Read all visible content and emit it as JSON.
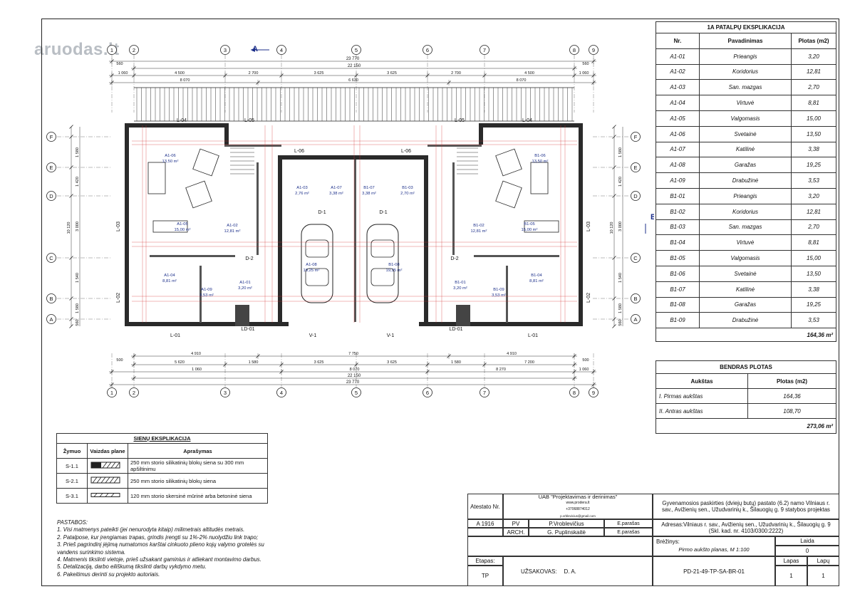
{
  "watermark": {
    "text": "aruodas.lt"
  },
  "plan": {
    "top_axes": [
      "1",
      "2",
      "3",
      "A",
      "4",
      "5",
      "6",
      "7",
      "8",
      "9"
    ],
    "bottom_axes": [
      "1",
      "2",
      "3",
      "4",
      "5",
      "6",
      "7",
      "8",
      "9"
    ],
    "side_axes": [
      "F",
      "E",
      "D",
      "C",
      "B",
      "A"
    ],
    "section_marks": [
      "A",
      "B"
    ],
    "dims_top": {
      "overall": "23 770",
      "inner": "22 150",
      "row1": [
        "1 060",
        "4 500",
        "2 700",
        "3 625",
        "3 625",
        "2 700",
        "4 500",
        "1 060"
      ],
      "row2": [
        "8 070",
        "6 630",
        "8 070"
      ],
      "edge": [
        "560",
        "560"
      ]
    },
    "dims_bottom": {
      "overall": "23 770",
      "inner": "22 150",
      "row1": [
        "4 910",
        "7 750",
        "4 910"
      ],
      "row2": [
        "5 620",
        "1 580",
        "3 625",
        "3 625",
        "1 580",
        "7 200"
      ],
      "row3": [
        "1 060",
        "8 070",
        "8 270",
        "1 060"
      ],
      "edge": [
        "500",
        "500"
      ]
    },
    "dims_side": {
      "total": "10 120",
      "parts": [
        "1 580",
        "1 420",
        "3 000",
        "1 540",
        "1 580",
        "560"
      ]
    },
    "wall_labels": [
      "L-04",
      "L-05",
      "L-06",
      "L-06",
      "L-05",
      "L-04",
      "L-03",
      "L-03",
      "L-02",
      "L-02",
      "L-01",
      "L-01",
      "LD-01",
      "LD-01",
      "V-1",
      "V-1",
      "D-1",
      "D-1",
      "D-2",
      "D-2"
    ],
    "rooms": [
      {
        "code": "A1-06",
        "area": "13,50 m²"
      },
      {
        "code": "A1-05",
        "area": "15,00 m²"
      },
      {
        "code": "A1-02",
        "area": "12,81 m²"
      },
      {
        "code": "A1-03",
        "area": "2,76 m²"
      },
      {
        "code": "A1-07",
        "area": "3,38 m²"
      },
      {
        "code": "A1-08",
        "area": "19,25 m²"
      },
      {
        "code": "A1-04",
        "area": "8,81 m²"
      },
      {
        "code": "A1-09",
        "area": "3,53 m²"
      },
      {
        "code": "A1-01",
        "area": "3,20 m²"
      },
      {
        "code": "B1-06",
        "area": "13,50 m²"
      },
      {
        "code": "B1-05",
        "area": "15,00 m²"
      },
      {
        "code": "B1-02",
        "area": "12,81 m²"
      },
      {
        "code": "B1-03",
        "area": "2,70 m²"
      },
      {
        "code": "B1-07",
        "area": "3,38 m²"
      },
      {
        "code": "B1-08",
        "area": "19,25 m²"
      },
      {
        "code": "B1-04",
        "area": "8,81 m²"
      },
      {
        "code": "B1-09",
        "area": "3,53 m²"
      },
      {
        "code": "B1-01",
        "area": "3,20 m²"
      }
    ]
  },
  "explication": {
    "title": "1A PATALPŲ EKSPLIKACIJA",
    "headers": [
      "Nr.",
      "Pavadinimas",
      "Plotas (m2)"
    ],
    "rows": [
      [
        "A1-01",
        "Prieangis",
        "3,20"
      ],
      [
        "A1-02",
        "Koridorius",
        "12,81"
      ],
      [
        "A1-03",
        "San. mazgas",
        "2,70"
      ],
      [
        "A1-04",
        "Virtuvė",
        "8,81"
      ],
      [
        "A1-05",
        "Valgomasis",
        "15,00"
      ],
      [
        "A1-06",
        "Svetainė",
        "13,50"
      ],
      [
        "A1-07",
        "Katilinė",
        "3,38"
      ],
      [
        "A1-08",
        "Garažas",
        "19,25"
      ],
      [
        "A1-09",
        "Drabužinė",
        "3,53"
      ],
      [
        "B1-01",
        "Prieangis",
        "3,20"
      ],
      [
        "B1-02",
        "Koridorius",
        "12,81"
      ],
      [
        "B1-03",
        "San. mazgas",
        "2,70"
      ],
      [
        "B1-04",
        "Virtuvė",
        "8,81"
      ],
      [
        "B1-05",
        "Valgomasis",
        "15,00"
      ],
      [
        "B1-06",
        "Svetainė",
        "13,50"
      ],
      [
        "B1-07",
        "Katilinė",
        "3,38"
      ],
      [
        "B1-08",
        "Garažas",
        "19,25"
      ],
      [
        "B1-09",
        "Drabužinė",
        "3,53"
      ]
    ],
    "total": "164,36 m²"
  },
  "total_area": {
    "title": "BENDRAS PLOTAS",
    "headers": [
      "Aukštas",
      "Plotas (m2)"
    ],
    "rows": [
      [
        "I. Pirmas aukštas",
        "164,36"
      ],
      [
        "II. Antras aukštas",
        "108,70"
      ]
    ],
    "total": "273,06 m²"
  },
  "walls": {
    "title": "SIENŲ EKSPLIKACIJA",
    "headers": [
      "Žymuo",
      "Vaizdas plane",
      "Aprašymas"
    ],
    "rows": [
      [
        "S-1.1",
        "250 mm storio silikatinių blokų siena su 300 mm apšiltinimu"
      ],
      [
        "S-2.1",
        "250 mm storio silikatinių blokų siena"
      ],
      [
        "S-3.1",
        "120 mm storio skersinė mūrinė arba betoninė siena"
      ]
    ]
  },
  "notes": {
    "title": "PASTABOS:",
    "items": [
      "1. Visi matmenys pateikti (jei nenurodyta kitaip) milimetrais altitudės metrais.",
      "2. Patalpose, kur įrengiamas trapas, grindis įrengti su 1%-2% nuolydžiu link trapo;",
      "3. Prieš pagrindinį įėjimą numatomos karštai cinkuoto plieno kojų valymo grotelės su",
      "    vandens surinkimo sistema.",
      "4. Matmenis tikslinti vietoje, prieš užsakant gaminius ir atliekant montavimo darbus.",
      "5. Detalizaciją, darbo eiliškumą tikslinti darbų vykdymo metu.",
      "6. Pakeitimus derinti su projekto autoriais."
    ]
  },
  "titleblock": {
    "atestato": "Atestato Nr.",
    "company": "UAB \"Projektavimas ir derinimas\"",
    "company_web": "www.prodera.lt",
    "company_phone": "+37068874012",
    "company_email": "p.vrblevicius@gmail.com",
    "att_no": "A 1916",
    "role1": "PV",
    "name1": "P.Vroblevičius",
    "sign1": "E.parašas",
    "role2": "ARCH.",
    "name2": "G. Puplinskaitė",
    "sign2": "E.parašas",
    "project": "Gyvenamosios paskirties (dviejų butų) pastato (6.2) namo Vilniaus r. sav., Avižienių sen., Užudvarinių k., Šilauogių g. 9 statybos projektas",
    "address": "Adresas:Vilniaus r. sav., Avižienių sen., Užudvarinių k., Šilauogių g. 9 (Skl. kad. nr. 4103/0300:2222)",
    "drawing_label": "Brėžinys:",
    "drawing_name": "Pirmo aukšto planas, M 1:100",
    "laida_label": "Laida",
    "laida": "0",
    "etapas_label": "Etapas:",
    "etapas": "TP",
    "client_label": "UŽSAKOVAS:",
    "client": "D. A.",
    "code": "PD-21-49-TP-SA-BR-01",
    "lapas_label": "Lapas",
    "lapas": "1",
    "lapu_label": "Lapų",
    "lapu": "1"
  },
  "colors": {
    "wall": "#2a2a2a",
    "dim_red": "#d23030",
    "blue_text": "#1c2f8a",
    "line": "#333333"
  }
}
